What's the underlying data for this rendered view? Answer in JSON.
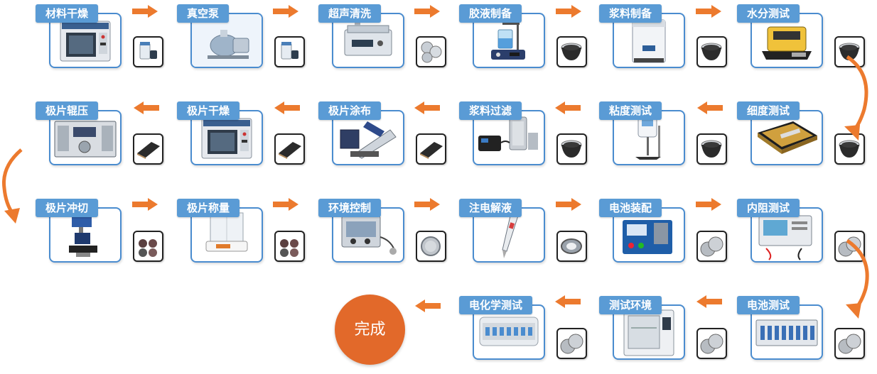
{
  "steps": [
    {
      "label": "材料干燥",
      "device": "drying-oven",
      "sample": "powder-bottle"
    },
    {
      "label": "真空泵",
      "device": "vacuum-pump",
      "sample": "powder-bottle"
    },
    {
      "label": "超声清洗",
      "device": "ultrasonic-cleaner",
      "sample": "metal-discs"
    },
    {
      "label": "胶液制备",
      "device": "magnetic-stirrer",
      "sample": "slurry-cup"
    },
    {
      "label": "浆料制备",
      "device": "slurry-mixer",
      "sample": "slurry-cup"
    },
    {
      "label": "水分测试",
      "device": "moisture-analyzer",
      "sample": "slurry-cup"
    },
    {
      "label": "细度测试",
      "device": "fineness-gauge",
      "sample": "slurry-cup"
    },
    {
      "label": "粘度测试",
      "device": "viscometer",
      "sample": "slurry-cup"
    },
    {
      "label": "浆料过滤",
      "device": "slurry-filter",
      "sample": "slurry-cup"
    },
    {
      "label": "极片涂布",
      "device": "coater",
      "sample": "electrode-sheet"
    },
    {
      "label": "极片干燥",
      "device": "drying-oven",
      "sample": "electrode-sheet"
    },
    {
      "label": "极片辊压",
      "device": "roller-press",
      "sample": "electrode-sheet"
    },
    {
      "label": "极片冲切",
      "device": "punching-machine",
      "sample": "electrode-discs"
    },
    {
      "label": "极片称量",
      "device": "analytical-balance",
      "sample": "electrode-discs"
    },
    {
      "label": "环境控制",
      "device": "glove-box",
      "sample": "coin-cell"
    },
    {
      "label": "注电解液",
      "device": "pipette",
      "sample": "cell-case"
    },
    {
      "label": "电池装配",
      "device": "crimping-machine",
      "sample": "coin-cells"
    },
    {
      "label": "内阻测试",
      "device": "resistance-meter",
      "sample": "coin-cells"
    },
    {
      "label": "电池测试",
      "device": "battery-tester",
      "sample": "coin-cells"
    },
    {
      "label": "测试环境",
      "device": "climate-chamber",
      "sample": "coin-cells"
    },
    {
      "label": "电化学测试",
      "device": "electrochemical-workstation",
      "sample": "coin-cells"
    }
  ],
  "end_label": "完成",
  "colors": {
    "tag": "#5a9bd5",
    "arrow": "#ec7a2e",
    "end": "#e2692a",
    "photo_border": "#4a8ccf"
  }
}
